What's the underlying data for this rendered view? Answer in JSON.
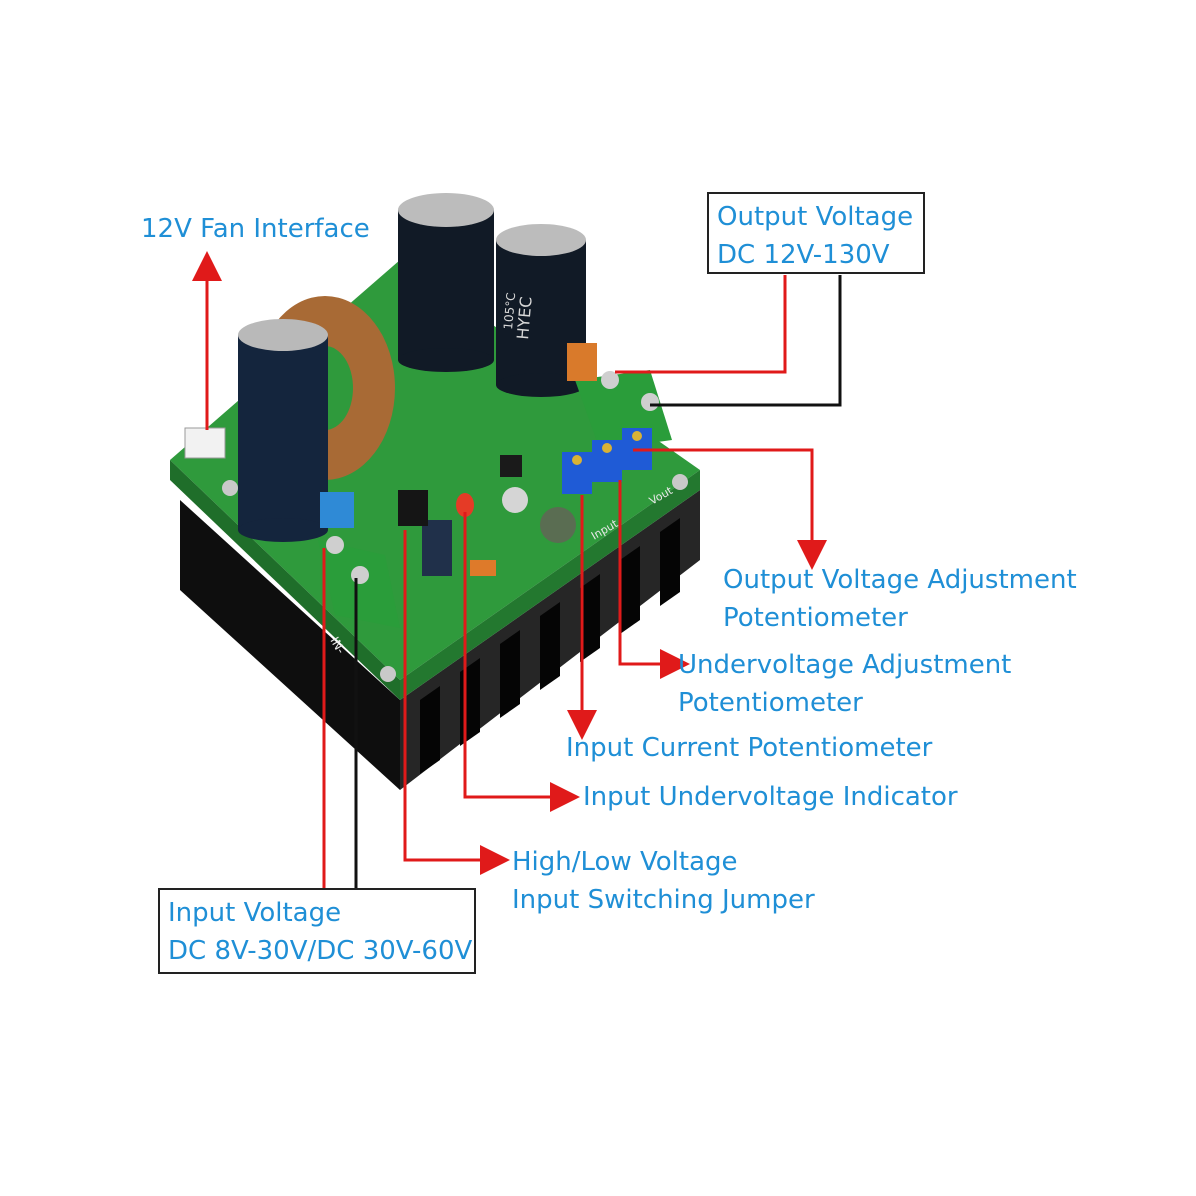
{
  "colors": {
    "label_text": "#1f8fd6",
    "arrow_red": "#e01a1a",
    "wire_black": "#111111",
    "pcb_green": "#2f9a3c",
    "heatsink": "#1b1b1b"
  },
  "labels": {
    "fan": "12V Fan Interface",
    "output_voltage": [
      "Output Voltage",
      "DC 12V-130V"
    ],
    "output_pot": [
      "Output Voltage Adjustment",
      "Potentiometer"
    ],
    "undervoltage_pot": [
      "Undervoltage Adjustment",
      "Potentiometer"
    ],
    "input_current_pot": "Input Current Potentiometer",
    "undervoltage_indicator": "Input Undervoltage Indicator",
    "jumper": [
      "High/Low Voltage",
      "Input Switching Jumper"
    ],
    "input_voltage": [
      "Input Voltage",
      "DC 8V-30V/DC 30V-60V"
    ]
  },
  "board_markings": {
    "capacitor_brand": "HYEC",
    "capacitor_temp": "105°C",
    "terminal_in": "IN-",
    "pot_labels": [
      "Input",
      "Vout"
    ]
  }
}
